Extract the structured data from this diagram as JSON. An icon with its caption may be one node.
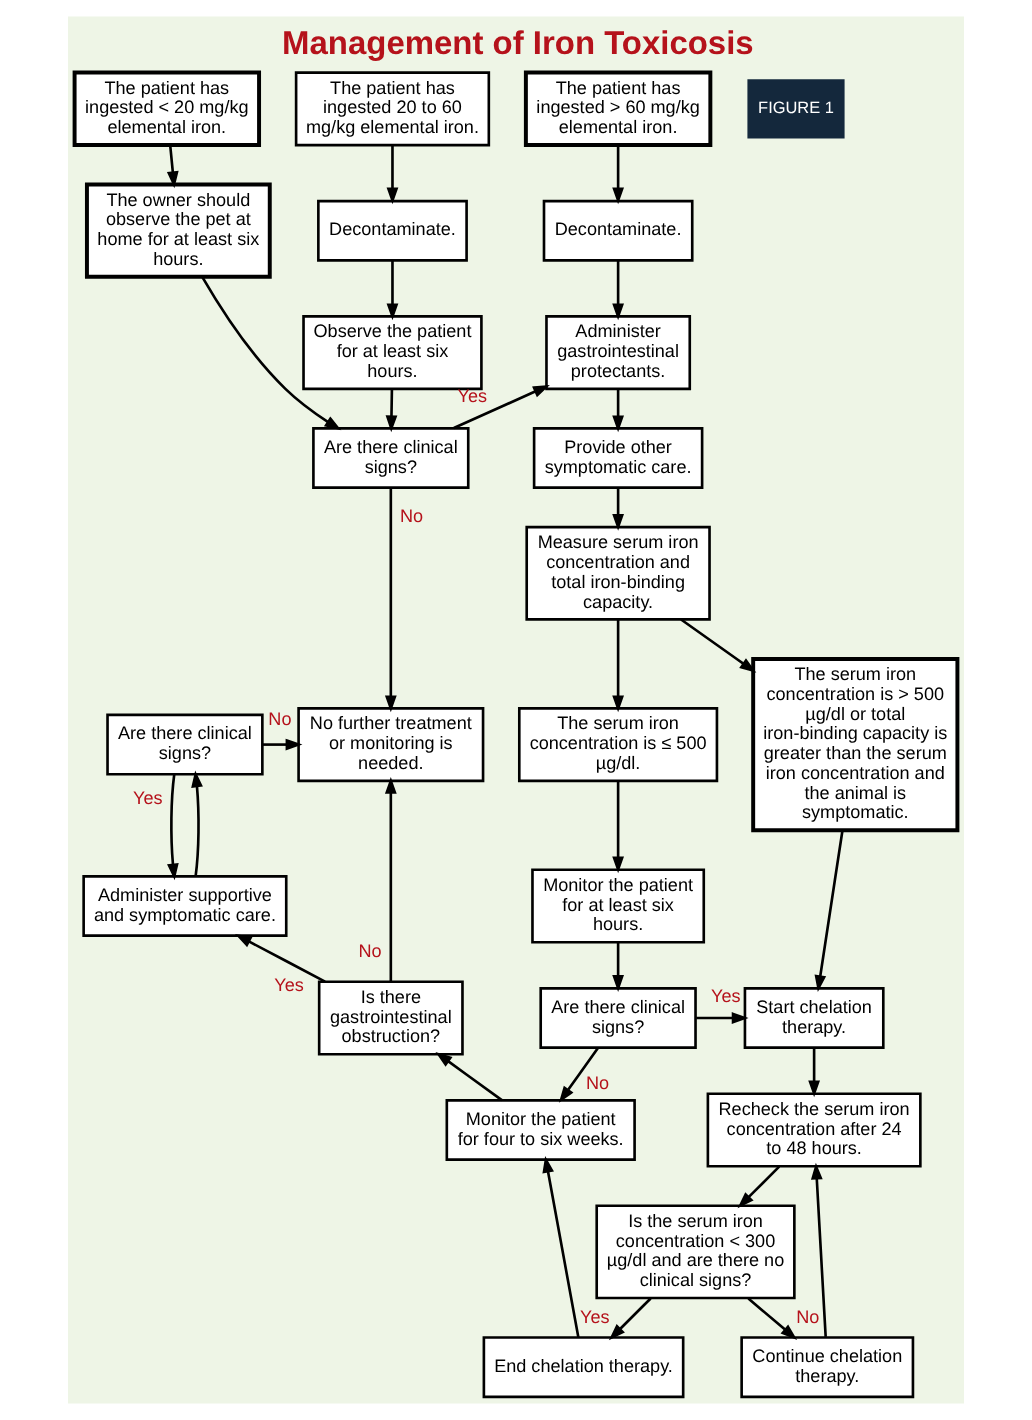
{
  "diagram": {
    "title": "Management of Iron Toxicosis",
    "nodes": [
      {
        "text": [
          "The patient has ingested < 20 mg/kg elemental iron."
        ]
      },
      {
        "text": [
          "The patient has ingested 20 to 60 mg/kg elemental iron."
        ]
      },
      {
        "text": [
          "The patient has ingested > 60 mg/kg elemental iron."
        ]
      },
      {
        "text": [
          "The owner should observe the pet at home for at least six hours."
        ]
      },
      {
        "text": [
          "Decontaminate."
        ]
      },
      {
        "text": [
          "Decontaminate."
        ]
      },
      {
        "text": [
          "Observe the patient for at least six hours."
        ]
      },
      {
        "text": [
          "Administer gastrointestinal protectants."
        ]
      },
      {
        "text": [
          "Are there clinical signs?"
        ]
      },
      {
        "text": [
          "Provide other symptomatic care."
        ]
      },
      {
        "text": [
          "Measure serum iron concentration and total iron-binding capacity."
        ]
      },
      {
        "text": [
          "No further treatment or monitoring is needed."
        ]
      },
      {
        "text": [
          "Are there clinical signs?"
        ]
      },
      {
        "text": [
          "The serum iron concentration is ≤ 500 µg/dl."
        ]
      },
      {
        "text": [
          "The serum iron concentration is > 500 µg/dl or total iron-binding capacity is greater than the serum iron concentration and the animal is symptomatic."
        ]
      },
      {
        "text": [
          "Administer supportive and symptomatic care."
        ]
      },
      {
        "text": [
          "Monitor the patient for at least six hours."
        ]
      },
      {
        "text": [
          "Is there gastrointestinal obstruction?"
        ]
      },
      {
        "text": [
          "Are there clinical signs?"
        ]
      },
      {
        "text": [
          "Start chelation therapy."
        ]
      },
      {
        "text": [
          "Monitor the patient for four to six weeks."
        ]
      },
      {
        "text": [
          "Recheck the serum iron concentration after 24 to 48 hours."
        ]
      },
      {
        "text": [
          "Is the serum iron concentration < 300 µg/dl and are there no clinical signs?"
        ]
      },
      {
        "text": [
          "End chelation therapy."
        ]
      },
      {
        "text": [
          "Continue chelation therapy."
        ]
      }
    ],
    "edges": [
      {
        "from": 0,
        "to": 3,
        "arrow": "to"
      },
      {
        "from": 1,
        "to": 4,
        "arrow": "to"
      },
      {
        "from": 2,
        "to": 5,
        "arrow": "to"
      },
      {
        "from": 4,
        "to": 6,
        "arrow": "to"
      },
      {
        "from": 3,
        "to": 8,
        "arrow": "to"
      },
      {
        "from": 6,
        "to": 8,
        "arrow": "to"
      },
      {
        "from": 5,
        "to": 7,
        "arrow": "to"
      },
      {
        "from": 8,
        "to": 7,
        "arrow": "to",
        "label": "Yes"
      },
      {
        "from": 8,
        "to": 11,
        "arrow": "to",
        "label": "No"
      },
      {
        "from": 7,
        "to": 9,
        "arrow": "to"
      },
      {
        "from": 9,
        "to": 10,
        "arrow": "to"
      },
      {
        "from": 10,
        "to": 13,
        "arrow": "to"
      },
      {
        "from": 10,
        "to": 14,
        "arrow": "to"
      },
      {
        "from": 12,
        "to": 11,
        "arrow": "to",
        "label": "No"
      },
      {
        "from": 12,
        "to": 15,
        "arrow": "to",
        "label": "Yes"
      },
      {
        "from": 15,
        "to": 12,
        "arrow": "to"
      },
      {
        "from": 17,
        "to": 11,
        "arrow": "to",
        "label": "No"
      },
      {
        "from": 17,
        "to": 15,
        "arrow": "to",
        "label": "Yes"
      },
      {
        "from": 13,
        "to": 16,
        "arrow": "to"
      },
      {
        "from": 16,
        "to": 18,
        "arrow": "to"
      },
      {
        "from": 18,
        "to": 19,
        "arrow": "to",
        "label": "Yes"
      },
      {
        "from": 18,
        "to": 20,
        "arrow": "to",
        "label": "No"
      },
      {
        "from": 14,
        "to": 19,
        "arrow": "to"
      },
      {
        "from": 20,
        "to": 17,
        "arrow": "to"
      },
      {
        "from": 19,
        "to": 21,
        "arrow": "to"
      },
      {
        "from": 21,
        "to": 22,
        "arrow": "to"
      },
      {
        "from": 22,
        "to": 23,
        "arrow": "to",
        "label": "Yes"
      },
      {
        "from": 22,
        "to": 24,
        "arrow": "to",
        "label": "No"
      },
      {
        "from": 24,
        "to": 21,
        "arrow": "to"
      },
      {
        "from": 23,
        "to": 20,
        "arrow": "to"
      }
    ],
    "labels": [
      "FIGURE 1"
    ]
  }
}
